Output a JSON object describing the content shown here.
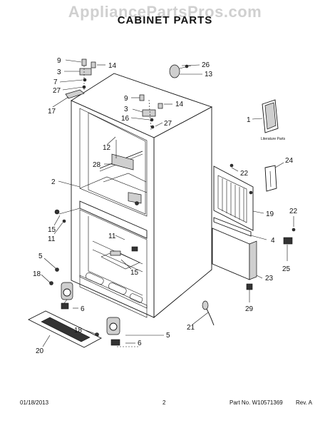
{
  "watermark": "AppliancePartsPros.com",
  "title": "CABINET PARTS",
  "literature_label": "Literature Parts",
  "footer": {
    "date": "01/18/2013",
    "page": "2",
    "part_no": "Part No. W10571369",
    "rev": "Rev. A"
  },
  "callouts": [
    {
      "id": "c9a",
      "label": "9"
    },
    {
      "id": "c14a",
      "label": "14"
    },
    {
      "id": "c3a",
      "label": "3"
    },
    {
      "id": "c7",
      "label": "7"
    },
    {
      "id": "c27a",
      "label": "27"
    },
    {
      "id": "c17",
      "label": "17"
    },
    {
      "id": "c26",
      "label": "26"
    },
    {
      "id": "c13",
      "label": "13"
    },
    {
      "id": "c9b",
      "label": "9"
    },
    {
      "id": "c14b",
      "label": "14"
    },
    {
      "id": "c3b",
      "label": "3"
    },
    {
      "id": "c16",
      "label": "16"
    },
    {
      "id": "c27b",
      "label": "27"
    },
    {
      "id": "c1",
      "label": "1"
    },
    {
      "id": "c12",
      "label": "12"
    },
    {
      "id": "c28",
      "label": "28"
    },
    {
      "id": "c24",
      "label": "24"
    },
    {
      "id": "c22a",
      "label": "22"
    },
    {
      "id": "c2",
      "label": "2"
    },
    {
      "id": "c19",
      "label": "19"
    },
    {
      "id": "c22b",
      "label": "22"
    },
    {
      "id": "c15a",
      "label": "15"
    },
    {
      "id": "c11a",
      "label": "11"
    },
    {
      "id": "c11b",
      "label": "11"
    },
    {
      "id": "c4",
      "label": "4"
    },
    {
      "id": "c25",
      "label": "25"
    },
    {
      "id": "c5a",
      "label": "5"
    },
    {
      "id": "c15b",
      "label": "15"
    },
    {
      "id": "c18a",
      "label": "18"
    },
    {
      "id": "c23",
      "label": "23"
    },
    {
      "id": "c6a",
      "label": "6"
    },
    {
      "id": "c29",
      "label": "29"
    },
    {
      "id": "c21",
      "label": "21"
    },
    {
      "id": "c5b",
      "label": "5"
    },
    {
      "id": "c18b",
      "label": "18"
    },
    {
      "id": "c20",
      "label": "20"
    },
    {
      "id": "c6b",
      "label": "6"
    }
  ]
}
